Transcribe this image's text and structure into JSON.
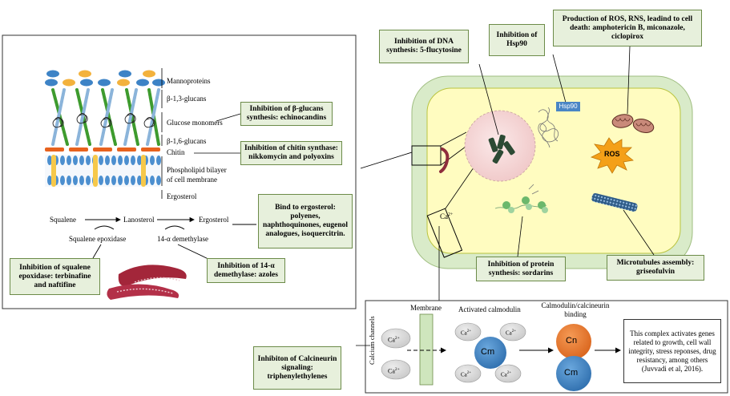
{
  "wall_layers": {
    "mannoproteins": "Mannoproteins",
    "b13": "β-1,3-glucans",
    "glucose": "Glucose monomers",
    "b16": "β-1,6-glucans",
    "chitin": "Chitin",
    "bilayer_1": "Phospholipid bilayer",
    "bilayer_2": "of cell membrane",
    "ergosterol": "Ergosterol"
  },
  "pathway": {
    "squalene": "Squalene",
    "lanosterol": "Lanosterol",
    "ergosterol": "Ergosterol",
    "enzyme1": "Squalene epoxidase",
    "enzyme2": "14-α demethylase"
  },
  "boxes": {
    "glucans": "Inhibition of β-glucans synthesis: echinocandins",
    "chitin": "Inhibition of chitin synthase: nikkomycin and polyoxins",
    "ergosterol": "Bind to ergosterol: polyenes, naphthoquinones, eugenol analogues, isoquercitrin.",
    "squalene": "Inhibition of squalene epoxidase: terbinafine and naftifine",
    "demethylase": "Inhibition of 14-α demethylase: azoles",
    "dna": "Inhibition of DNA synthesis: 5-flucytosine",
    "hsp90": "Inhibition of Hsp90",
    "ros": "Production of ROS, RNS, leadind to cell death: amphotericin B, miconazole, ciclopirox",
    "protein": "Inhibition of protein synthesis: sordarins",
    "microtubules": "Microtubules assembly: griseofulvin",
    "calcineurin": "Inhibiton of Calcineurin signaling: triphenylethylenes"
  },
  "cell": {
    "hsp90_tag": "Hsp90",
    "ros_star": "ROS",
    "ca_label": "Ca",
    "ca_sup": "2+"
  },
  "calcium": {
    "channels": "Calcium channels",
    "membrane": "Membrane",
    "calmodulin": "Activated calmodulin",
    "binding_1": "Calmodulin/calcineurin",
    "binding_2": "binding",
    "ion": "Ca",
    "ion_sup": "2+",
    "cm": "Cm",
    "cn": "Cn",
    "result": "This complex activates genes related to growth, cell wall integrity, stress reponses, drug resistancy, among others (Juvvadi et al, 2016)."
  },
  "colors": {
    "box_fill": "#e7f0dc",
    "box_border": "#6c8b49",
    "cell_outer": "#d9ebc9",
    "cell_inner": "#fffcc0",
    "nucleus": "#f7dada",
    "cm_blue": "#3d83c6",
    "cn_orange": "#ef7a2c",
    "chitin_orange": "#e7621e",
    "glucan_green": "#3e9b2e",
    "glucan_blue": "#8bb4da"
  }
}
